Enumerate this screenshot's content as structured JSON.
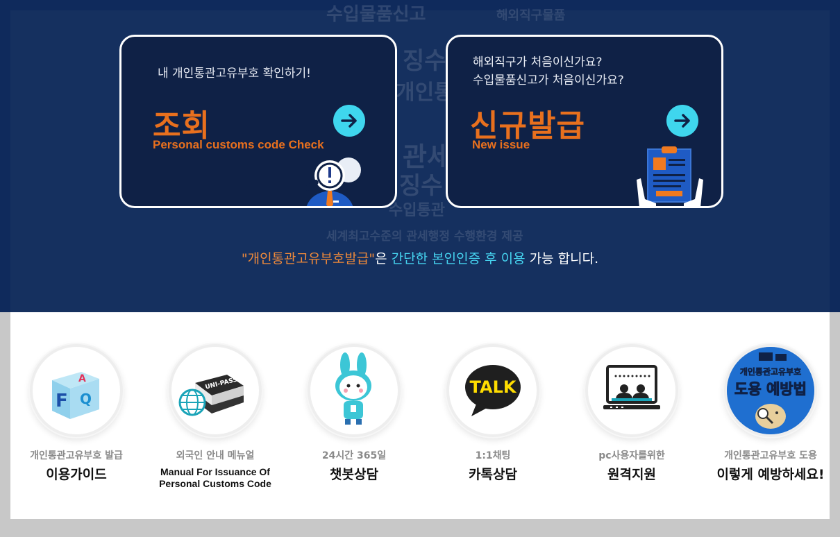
{
  "background_words": [
    "수입물품신고",
    "해외직구물품",
    "관세청",
    "개인통관",
    "세계최고수준의 관세행정 수행환경 제공",
    "수입통관",
    "징수",
    "관세"
  ],
  "cards": {
    "check": {
      "sub": "내 개인통관고유부호 확인하기!",
      "title": "조회",
      "title_en": "Personal customs code Check"
    },
    "issue": {
      "sub_line1": "해외직구가 처음이신가요?",
      "sub_line2": "수입물품신고가 처음이신가요?",
      "title": "신규발급",
      "title_en": "New issue"
    }
  },
  "notice": {
    "part1": "\"개인통관고유부호발급\"",
    "part2": "은 ",
    "part3": "간단한 본인인증 후 이용",
    "part4": " 가능 합니다."
  },
  "services": [
    {
      "small": "개인통관고유부호 발급",
      "label": "이용가이드"
    },
    {
      "small": "외국인 안내 메뉴얼",
      "label_line1": "Manual For Issuance Of",
      "label_line2": "Personal Customs Code"
    },
    {
      "small": "24시간 365일",
      "label": "챗봇상담"
    },
    {
      "small": "1:1채팅",
      "label": "카톡상담"
    },
    {
      "small": "pc사용자를위한",
      "label": "원격지원"
    },
    {
      "small": "개인통관고유부호 도용",
      "label": "이렇게 예방하세요!",
      "badge_line1": "개인통관고유부호",
      "badge_line2": "도용 예방법"
    }
  ],
  "icons": {
    "faq_letters": [
      "A",
      "F",
      "Q"
    ],
    "book_text": "UNI-PASS",
    "talk_text": "TALK"
  },
  "colors": {
    "hero_bg": "#15305f",
    "card_bg": "#0f2146",
    "accent_orange": "#e8701e",
    "accent_cyan": "#3fd6ee"
  }
}
